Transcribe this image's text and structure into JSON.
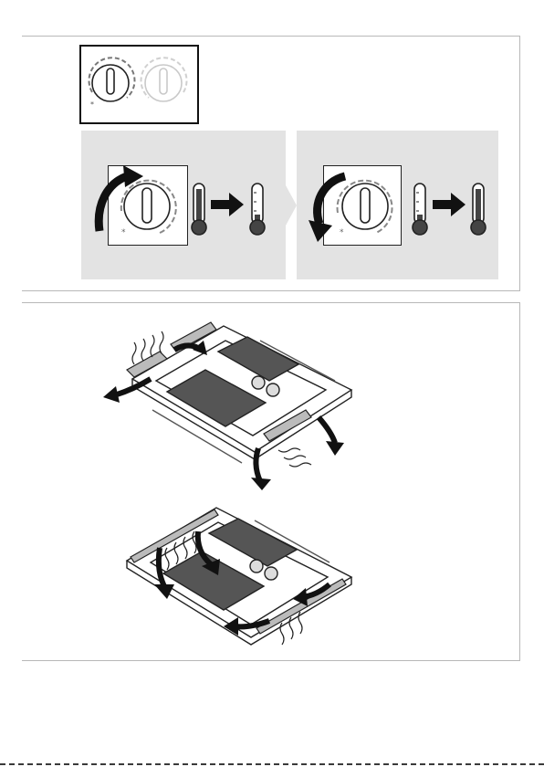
{
  "page": {
    "background": "#ffffff"
  },
  "colors": {
    "panel": "#e3e3e3",
    "rule": "#b8b8b8",
    "ink": "#222222"
  },
  "top_section": {
    "icons": [
      "thermostat-dial-icon",
      "thermostat-dial-faded-icon"
    ],
    "panels": [
      {
        "name": "increase-cooling",
        "icons": [
          "dial-icon",
          "clockwise-arrow-icon",
          "thermometer-icon",
          "arrow-right-icon",
          "thermometer-icon"
        ]
      },
      {
        "name": "decrease-cooling",
        "icons": [
          "dial-icon",
          "counterclockwise-arrow-icon",
          "thermometer-icon",
          "arrow-right-icon",
          "thermometer-icon"
        ]
      }
    ]
  },
  "bottom_section": {
    "illustrations": [
      {
        "name": "louvres-open",
        "icons": [
          "ceiling-unit-icon",
          "airflow-arrow-icon",
          "louvre-icon"
        ]
      },
      {
        "name": "louvres-closed",
        "icons": [
          "ceiling-unit-icon",
          "airflow-arrow-icon",
          "louvre-icon"
        ]
      }
    ]
  }
}
